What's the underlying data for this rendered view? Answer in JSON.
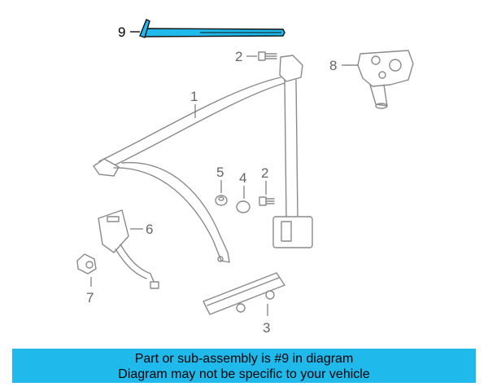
{
  "diagram": {
    "callouts": {
      "c1": "1",
      "c2a": "2",
      "c2b": "2",
      "c3": "3",
      "c4": "4",
      "c5": "5",
      "c6": "6",
      "c7": "7",
      "c8": "8",
      "c9": "9"
    },
    "highlight_color": "#1fb9ec"
  },
  "banner": {
    "line1": "Part or sub-assembly is #9 in diagram",
    "line2": "Diagram may not be specific to your vehicle",
    "background": "#1fb9ec"
  }
}
